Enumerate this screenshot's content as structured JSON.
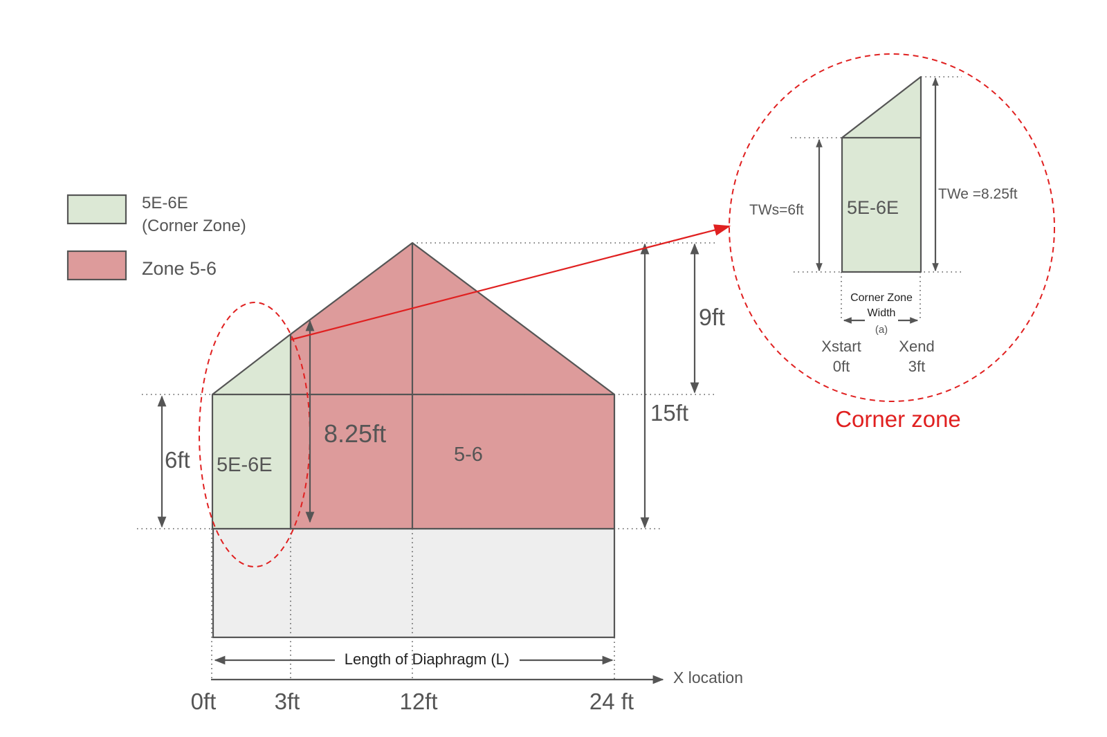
{
  "legend": {
    "corner_zone_line1": "5E-6E",
    "corner_zone_line2": "(Corner Zone)",
    "zone_label": "Zone 5-6",
    "corner_color": "#dce8d5",
    "zone_color": "#dd9b9b"
  },
  "main": {
    "corner_zone_label": "5E-6E",
    "zone_label": "5-6",
    "dim_6ft": "6ft",
    "dim_825ft": "8.25ft",
    "dim_9ft": "9ft",
    "dim_15ft": "15ft",
    "length_label": "Length of Diaphragm (L)",
    "x_axis_label": "X location",
    "ticks": [
      "0ft",
      "3ft",
      "12ft",
      "24 ft"
    ],
    "wall_color": "#eeeeee"
  },
  "inset": {
    "label": "5E-6E",
    "tws_label": "TWs=6ft",
    "twe_label": "TWe =8.25ft",
    "width_line1": "Corner Zone",
    "width_line2": "Width",
    "width_line3": "(a)",
    "xstart_label": "Xstart",
    "xstart_value": "0ft",
    "xend_label": "Xend",
    "xend_value": "3ft",
    "caption": "Corner zone",
    "highlight_color": "#e02020"
  }
}
